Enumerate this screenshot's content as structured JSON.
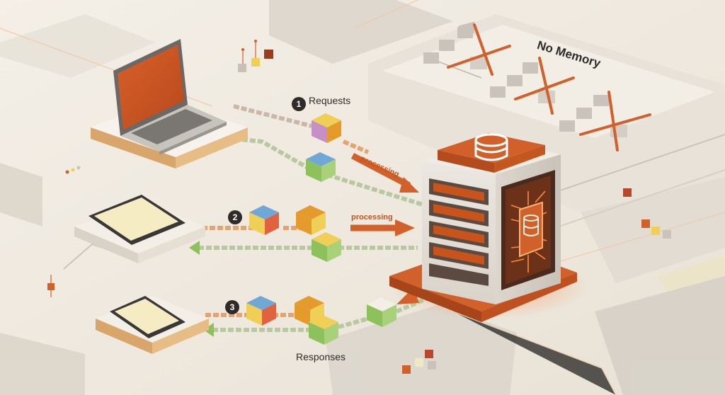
{
  "labels": {
    "requests": "Requests",
    "responses": "Responses",
    "no_memory": "No Memory",
    "processing_1": "processing",
    "processing_2": "processing"
  },
  "steps": [
    "1",
    "2",
    "3"
  ],
  "colors": {
    "background": "#efe9df",
    "accent_orange": "#d2602a",
    "server_body": "#e6e1da",
    "packet_purple": "#c590c6",
    "packet_orange": "#e59a2c",
    "packet_yellow": "#f0cf57",
    "packet_green": "#8dc15b",
    "packet_blue": "#6fa7d6",
    "packet_red": "#e0623f",
    "cross_out": "#d2602a",
    "tablet_screen": "#f6ecc4"
  },
  "icons": {
    "server": "database-server-icon",
    "chip": "database-chip-icon",
    "laptop": "laptop-icon",
    "tablet_large": "tablet-icon",
    "tablet_small": "tablet-icon",
    "request_packet": "question-cube-icon",
    "response_packet": "document-check-cube-icon",
    "memory_nodes": "memory-node-icon",
    "cross": "cross-out-icon"
  }
}
